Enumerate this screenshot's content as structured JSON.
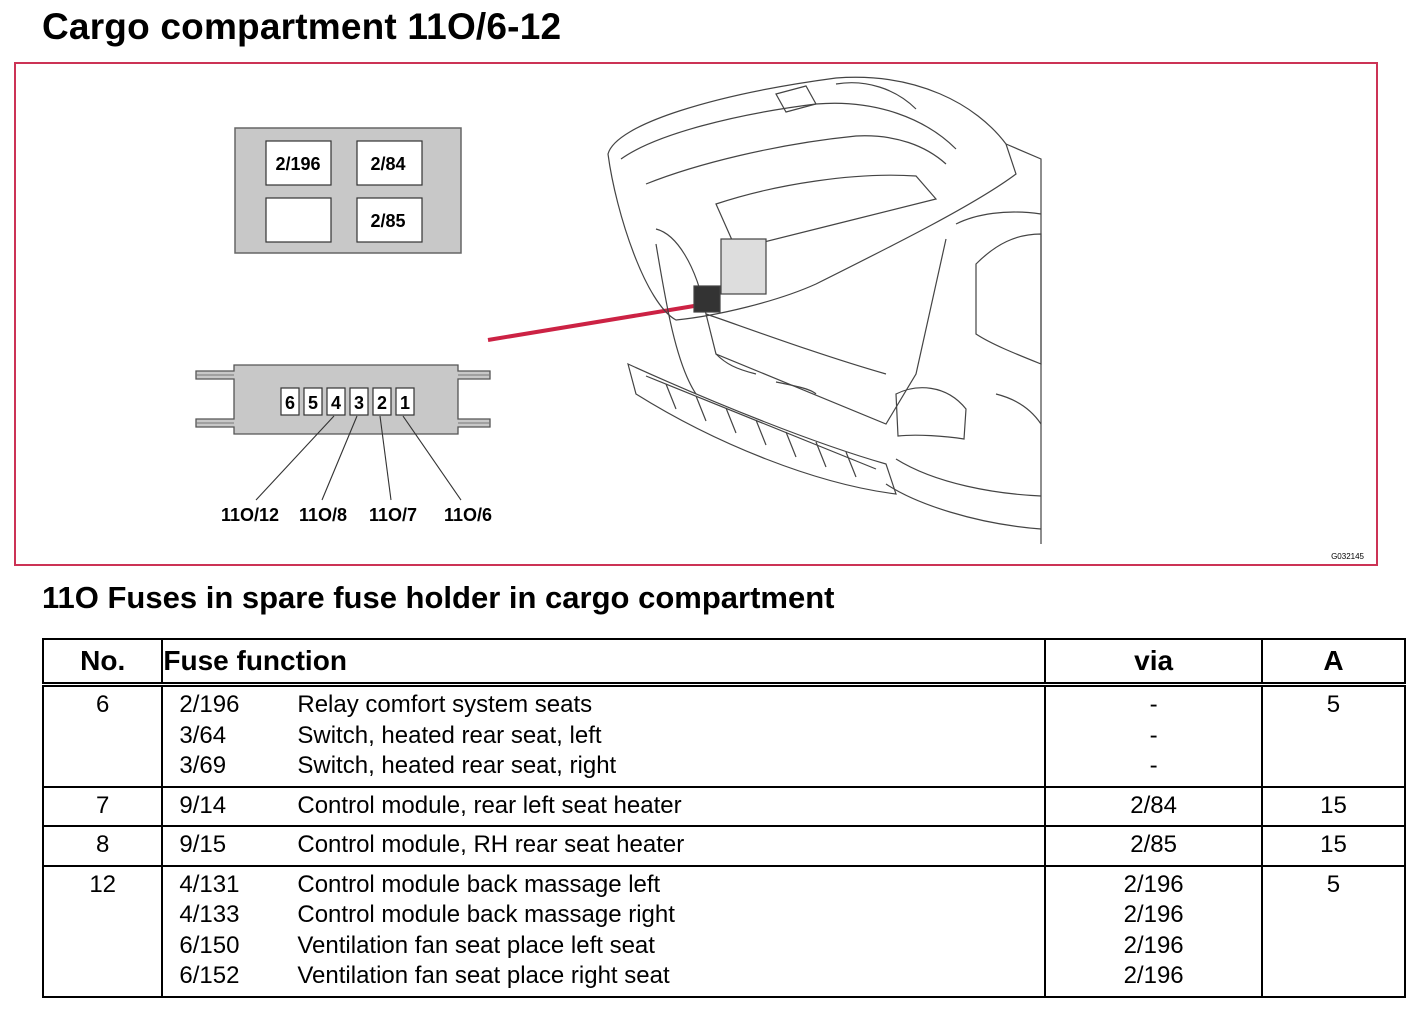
{
  "page": {
    "title": "Cargo compartment 11O/6-12",
    "subtitle": "11O Fuses in spare fuse holder in cargo compartment"
  },
  "diagram": {
    "relay_box": [
      "2/196",
      "2/84",
      "",
      "2/85"
    ],
    "fuse_positions": [
      "6",
      "5",
      "4",
      "3",
      "2",
      "1"
    ],
    "fuse_labels": [
      "11O/12",
      "11O/8",
      "11O/7",
      "11O/6"
    ],
    "image_code": "G032145",
    "frame_color": "#cc3355"
  },
  "table": {
    "headers": {
      "no": "No.",
      "function": "Fuse function",
      "via": "via",
      "amps": "A"
    },
    "groups": [
      {
        "no": "6",
        "amps": "5",
        "items": [
          {
            "code": "2/196",
            "desc": "Relay comfort system seats",
            "via": "-"
          },
          {
            "code": "3/64",
            "desc": "Switch, heated rear seat, left",
            "via": "-"
          },
          {
            "code": "3/69",
            "desc": "Switch, heated rear seat, right",
            "via": "-"
          }
        ]
      },
      {
        "no": "7",
        "amps": "15",
        "items": [
          {
            "code": "9/14",
            "desc": "Control module, rear left seat heater",
            "via": "2/84"
          }
        ]
      },
      {
        "no": "8",
        "amps": "15",
        "items": [
          {
            "code": "9/15",
            "desc": "Control module, RH rear seat heater",
            "via": "2/85"
          }
        ]
      },
      {
        "no": "12",
        "amps": "5",
        "items": [
          {
            "code": "4/131",
            "desc": "Control module back massage left",
            "via": "2/196"
          },
          {
            "code": "4/133",
            "desc": "Control module back massage right",
            "via": "2/196"
          },
          {
            "code": "6/150",
            "desc": "Ventilation fan seat place left seat",
            "via": "2/196"
          },
          {
            "code": "6/152",
            "desc": "Ventilation fan seat place right seat",
            "via": "2/196"
          }
        ]
      }
    ]
  }
}
